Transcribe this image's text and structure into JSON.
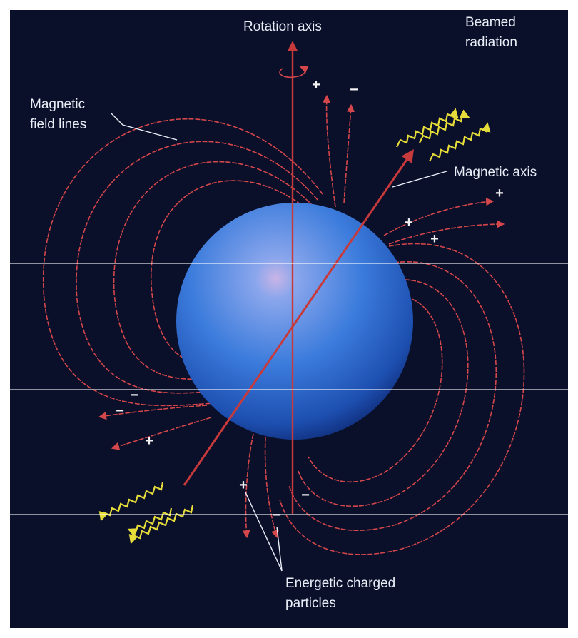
{
  "labels": {
    "rotation_axis": "Rotation axis",
    "beamed_radiation": [
      "Beamed",
      "radiation"
    ],
    "magnetic_field_lines": [
      "Magnetic",
      "field lines"
    ],
    "magnetic_axis": "Magnetic axis",
    "energetic_charged_particles": [
      "Energetic charged",
      "particles"
    ]
  },
  "charge_signs": {
    "plus": "+",
    "minus": "−"
  },
  "colors": {
    "background": "#0a0f2a",
    "field_lines": "#d4474b",
    "axes": "#c73a3c",
    "radiation": "#e6dd3a",
    "star": "#3a78d6",
    "label_text": "#e9eef7"
  }
}
